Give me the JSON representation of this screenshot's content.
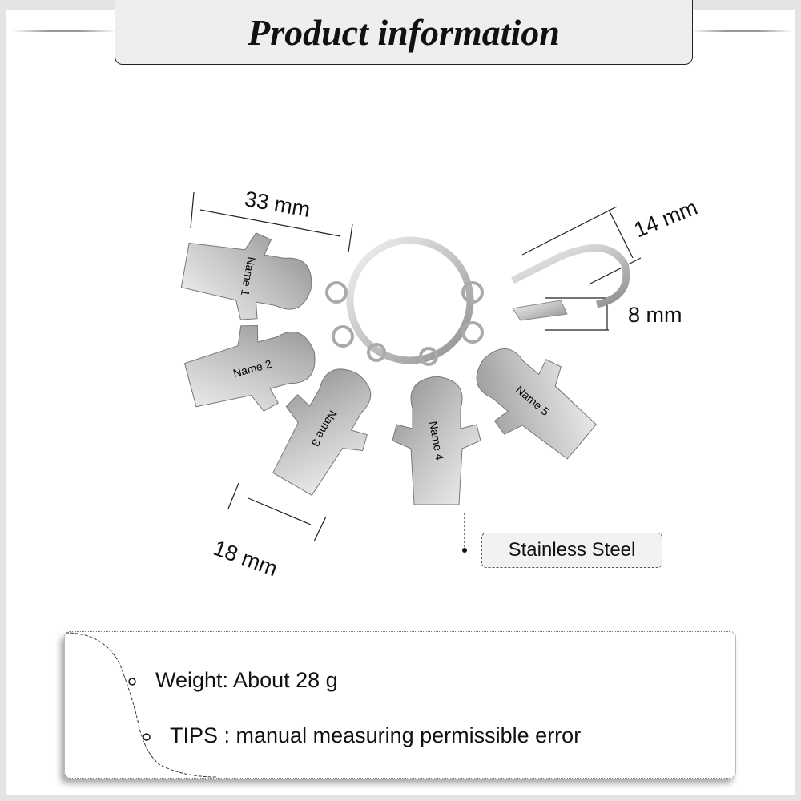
{
  "header": {
    "title": "Product information"
  },
  "dimensions": {
    "width_label": "33 mm",
    "hook_label": "14 mm",
    "fish_label": "8 mm",
    "charm_label": "18 mm"
  },
  "material": {
    "label": "Stainless Steel"
  },
  "charms": [
    "Name 1",
    "Name 2",
    "Name 3",
    "Name 4",
    "Name 5"
  ],
  "info": {
    "weight": "Weight: About 28 g",
    "tips": "TIPS : manual measuring permissible error"
  },
  "colors": {
    "background": "#e4e4e4",
    "tab": "#eeeeee",
    "metal": "#c8c8c8"
  }
}
